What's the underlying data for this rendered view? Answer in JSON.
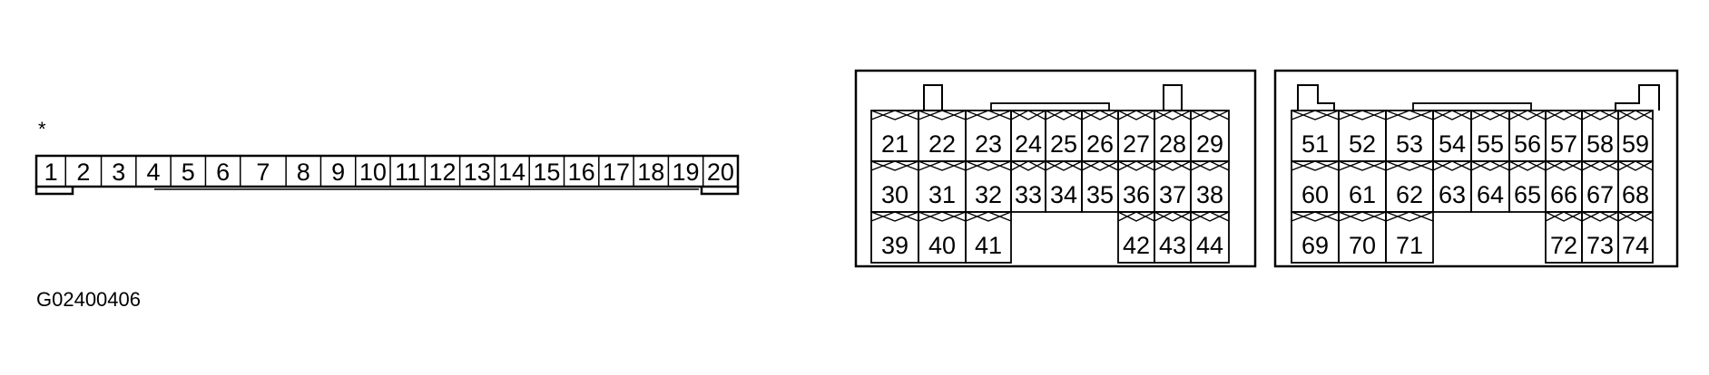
{
  "marker": "*",
  "figure_id": "G02400406",
  "connector_a": {
    "pins": [
      "1",
      "2",
      "3",
      "4",
      "5",
      "6",
      "7",
      "8",
      "9",
      "10",
      "11",
      "12",
      "13",
      "14",
      "15",
      "16",
      "17",
      "18",
      "19",
      "20"
    ]
  },
  "connector_b": {
    "row1": [
      "21",
      "22",
      "23",
      "24",
      "25",
      "26",
      "27",
      "28",
      "29"
    ],
    "row2": [
      "30",
      "31",
      "32",
      "33",
      "34",
      "35",
      "36",
      "37",
      "38"
    ],
    "row3_left": [
      "39",
      "40",
      "41"
    ],
    "row3_right": [
      "42",
      "43",
      "44"
    ]
  },
  "connector_c": {
    "row1": [
      "51",
      "52",
      "53",
      "54",
      "55",
      "56",
      "57",
      "58",
      "59"
    ],
    "row2": [
      "60",
      "61",
      "62",
      "63",
      "64",
      "65",
      "66",
      "67",
      "68"
    ],
    "row3_left": [
      "69",
      "70",
      "71"
    ],
    "row3_right": [
      "72",
      "73",
      "74"
    ]
  }
}
